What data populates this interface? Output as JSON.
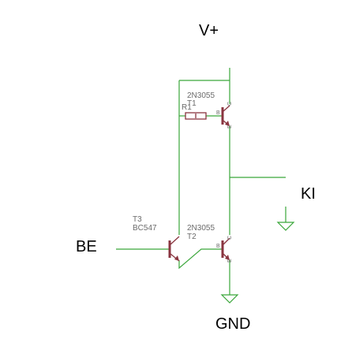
{
  "labels": {
    "vplus": "V+",
    "gnd": "GND",
    "ki": "KI",
    "be": "BE"
  },
  "components": {
    "t1": {
      "model": "2N3055",
      "ref": "T1",
      "pin_b": "B",
      "pin_c": "C",
      "pin_e": "E"
    },
    "r1": {
      "ref": "R1"
    },
    "t2": {
      "model": "2N3055",
      "ref": "T2",
      "pin_b": "B",
      "pin_c": "C",
      "pin_e": "E"
    },
    "t3": {
      "ref": "T3",
      "model": "BC547"
    }
  },
  "colors": {
    "wire": "#3aa63a",
    "component": "#8a3540",
    "label": "#000000",
    "part_text": "#6b6b6b",
    "background": "#ffffff"
  }
}
